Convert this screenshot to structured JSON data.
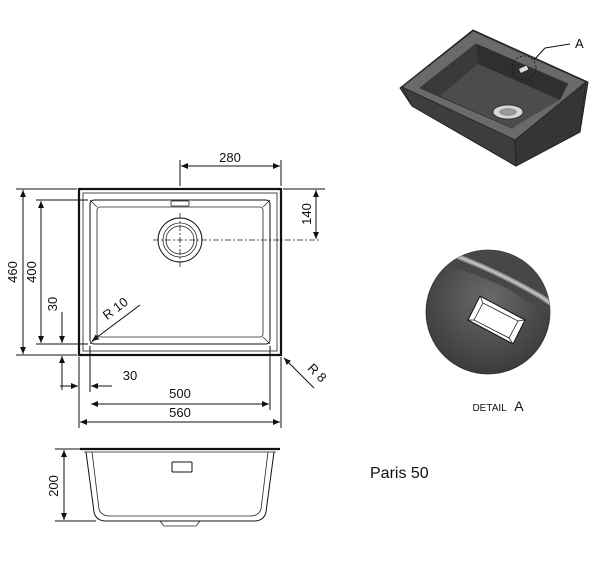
{
  "top_view": {
    "dim_280": "280",
    "dim_140": "140",
    "dim_460": "460",
    "dim_400": "400",
    "dim_30_left": "30",
    "dim_30_bottom": "30",
    "dim_500": "500",
    "dim_560": "560",
    "radius_inner": "R 10",
    "radius_outer": "R 8"
  },
  "side_view": {
    "dim_200": "200"
  },
  "detail": {
    "callout_letter": "A",
    "caption_word": "DETAIL",
    "caption_letter": "A"
  },
  "model": {
    "name": "Paris 50"
  },
  "colors": {
    "sink_dark": "#3a3a3a",
    "sink_mid": "#5a5a5a",
    "sink_light": "#8a8a8a",
    "line": "#111111"
  }
}
